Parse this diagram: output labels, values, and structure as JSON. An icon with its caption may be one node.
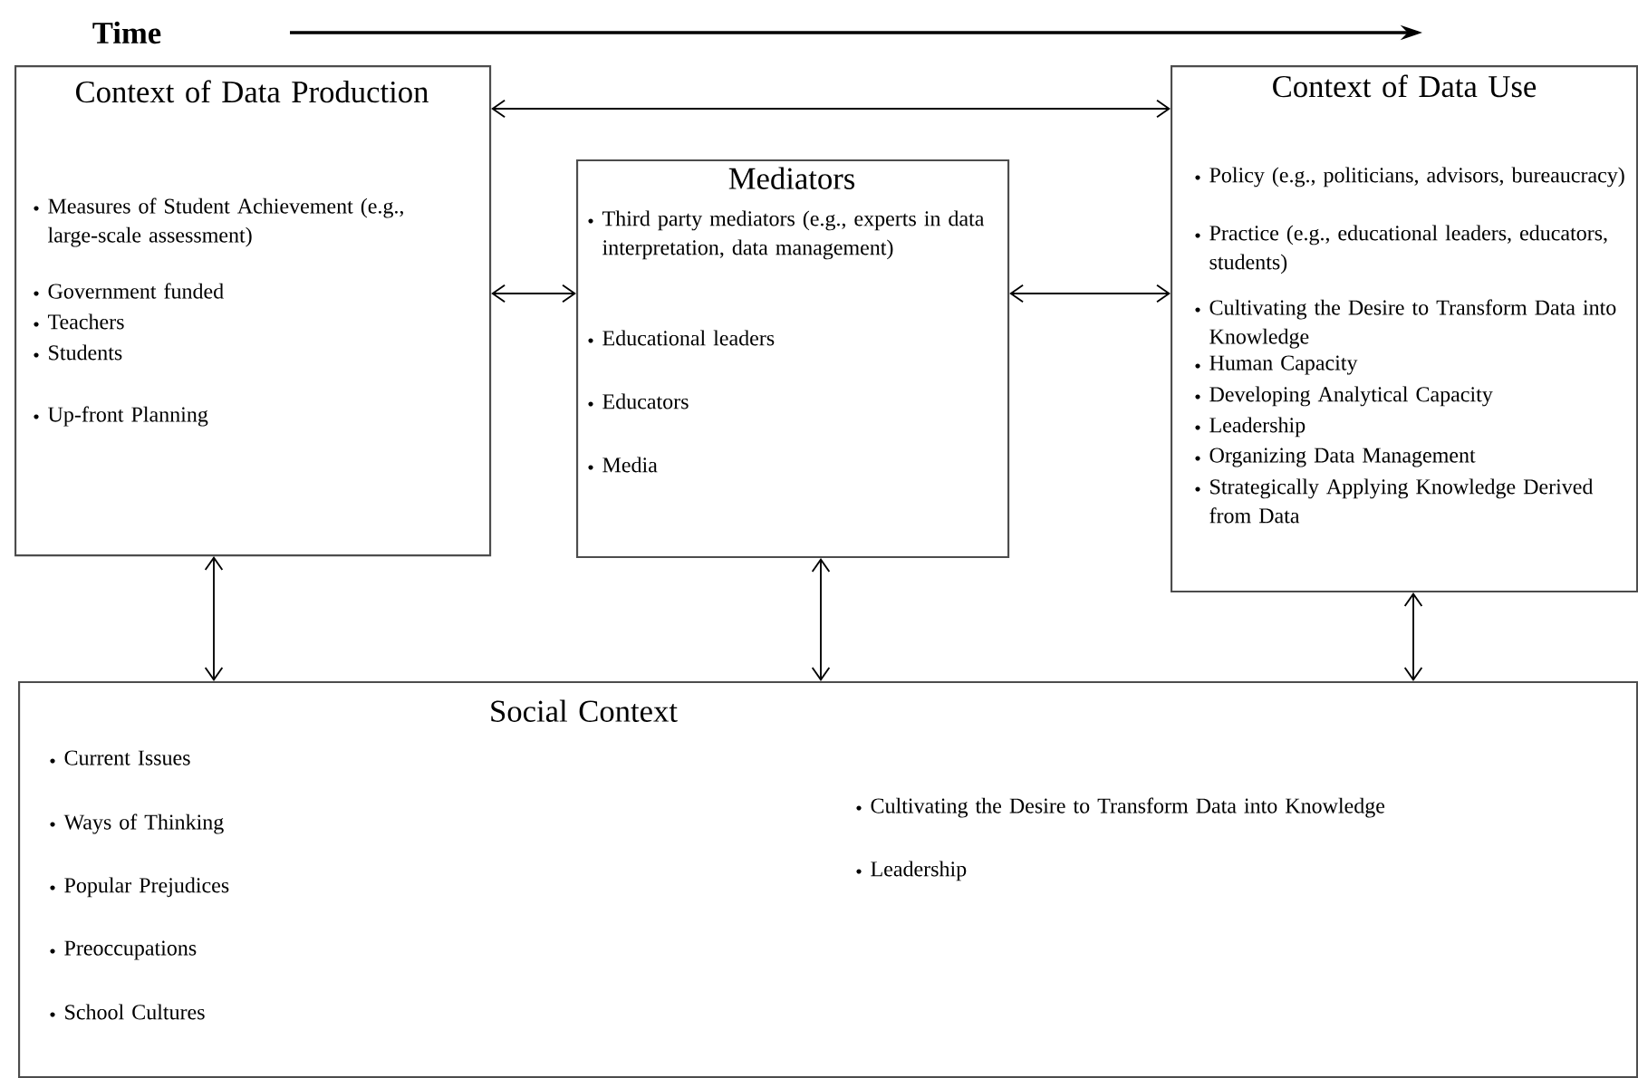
{
  "diagram": {
    "nodes": [
      {
        "text": [
          "Context of Data Production",
          "Measures of Student Achievement (e.g., large-scale assessment)",
          "Government funded",
          "Teachers",
          "Students",
          "Up-front Planning"
        ]
      },
      {
        "text": [
          "Mediators",
          "Third party mediators (e.g., experts in data interpretation, data management)",
          "Educational leaders",
          "Educators",
          "Media"
        ]
      },
      {
        "text": [
          "Context of Data Use",
          "Policy (e.g., politicians, advisors, bureaucracy)",
          "Practice (e.g., educational leaders, educators, students)",
          "Cultivating the Desire to Transform Data into Knowledge",
          "Human Capacity",
          "Developing Analytical Capacity",
          "Leadership",
          "Organizing Data Management",
          "Strategically Applying Knowledge Derived from Data"
        ]
      },
      {
        "text": [
          "Social Context",
          "Current Issues",
          "Ways of Thinking",
          "Popular Prejudices",
          "Preoccupations",
          "School Cultures",
          "Cultivating the Desire to Transform Data into Knowledge",
          "Leadership"
        ]
      }
    ],
    "edges": [
      {
        "from": 0,
        "to": 2,
        "arrow": "both"
      },
      {
        "from": 0,
        "to": 1,
        "arrow": "both"
      },
      {
        "from": 1,
        "to": 2,
        "arrow": "both"
      },
      {
        "from": 3,
        "to": 0,
        "arrow": "both"
      },
      {
        "from": 3,
        "to": 1,
        "arrow": "both"
      },
      {
        "from": 3,
        "to": 2,
        "arrow": "both"
      }
    ],
    "labels": [
      "Time"
    ]
  }
}
